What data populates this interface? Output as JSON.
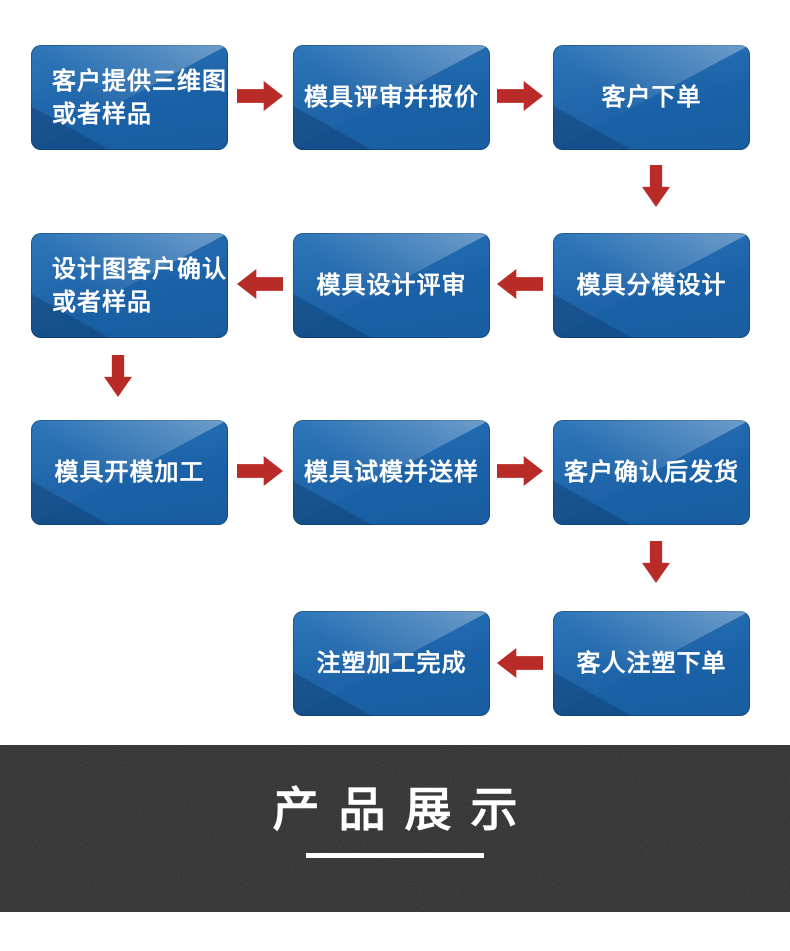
{
  "flow": {
    "steps": [
      {
        "label": "客户提供三维图\n或者样品"
      },
      {
        "label": "模具评审并报价"
      },
      {
        "label": "客户下单"
      },
      {
        "label": "模具分模设计"
      },
      {
        "label": "模具设计评审"
      },
      {
        "label": "设计图客户确认\n或者样品"
      },
      {
        "label": "模具开模加工"
      },
      {
        "label": "模具试模并送样"
      },
      {
        "label": "客户确认后发货"
      },
      {
        "label": "客人注塑下单"
      },
      {
        "label": "注塑加工完成"
      }
    ]
  },
  "banner": {
    "title": "产品展示"
  },
  "colors": {
    "box_blue": "#1b61a7",
    "box_blue_light": "#4f93ce",
    "arrow_red": "#b92b27",
    "banner_bg": "#2e2e2e",
    "text_white": "#ffffff"
  }
}
